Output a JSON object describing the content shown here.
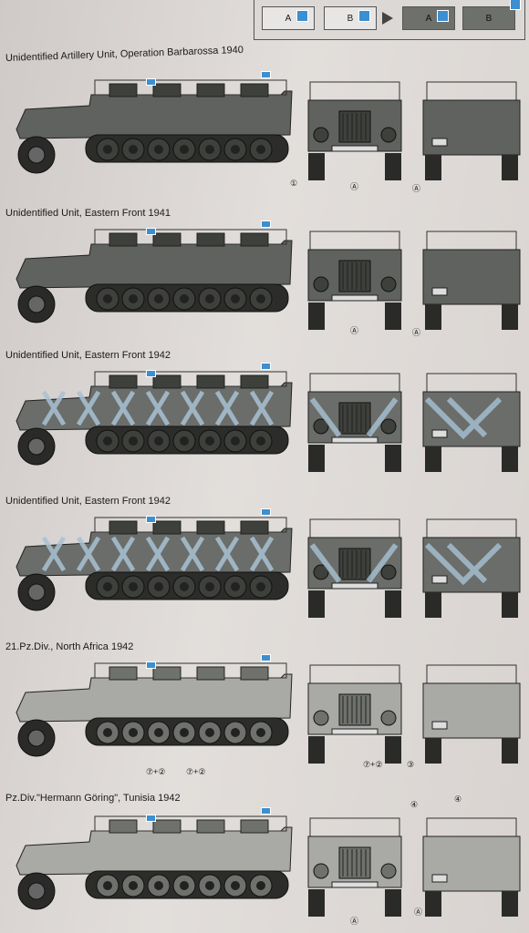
{
  "legend": {
    "label_a": "A",
    "label_b": "B"
  },
  "sections": [
    {
      "title": "Unidentified Artillery Unit, Operation Barbarossa 1940",
      "scheme": "grey",
      "front_callouts": [
        "①",
        "Ⓐ"
      ],
      "rear_callouts": [
        "Ⓐ"
      ]
    },
    {
      "title": "Unidentified Unit, Eastern Front 1941",
      "scheme": "grey",
      "front_callouts": [
        "Ⓐ"
      ],
      "rear_callouts": [
        "Ⓐ"
      ]
    },
    {
      "title": "Unidentified Unit, Eastern Front 1942",
      "scheme": "winter",
      "front_callouts": [],
      "rear_callouts": []
    },
    {
      "title": "Unidentified Unit, Eastern Front 1942",
      "scheme": "winter2",
      "front_callouts": [],
      "rear_callouts": []
    },
    {
      "title": "21.Pz.Div., North Africa 1942",
      "scheme": "sand",
      "side_callouts": [
        "⑦+②",
        "⑦+②"
      ],
      "front_callouts": [
        "⑦+②",
        "③"
      ],
      "rear_callouts": []
    },
    {
      "title": "Pz.Div.\"Hermann Göring\", Tunisia 1942",
      "scheme": "sand",
      "front_callouts": [
        "Ⓐ",
        "④"
      ],
      "rear_callouts": [
        "④",
        "Ⓐ"
      ]
    }
  ],
  "colors": {
    "grey": "#5f625e",
    "grey_dark": "#3e403c",
    "winter_base": "#6a6d69",
    "winter_stripe": "#a9c2d4",
    "sand": "#a9aaa6",
    "sand_dark": "#6f716d"
  }
}
